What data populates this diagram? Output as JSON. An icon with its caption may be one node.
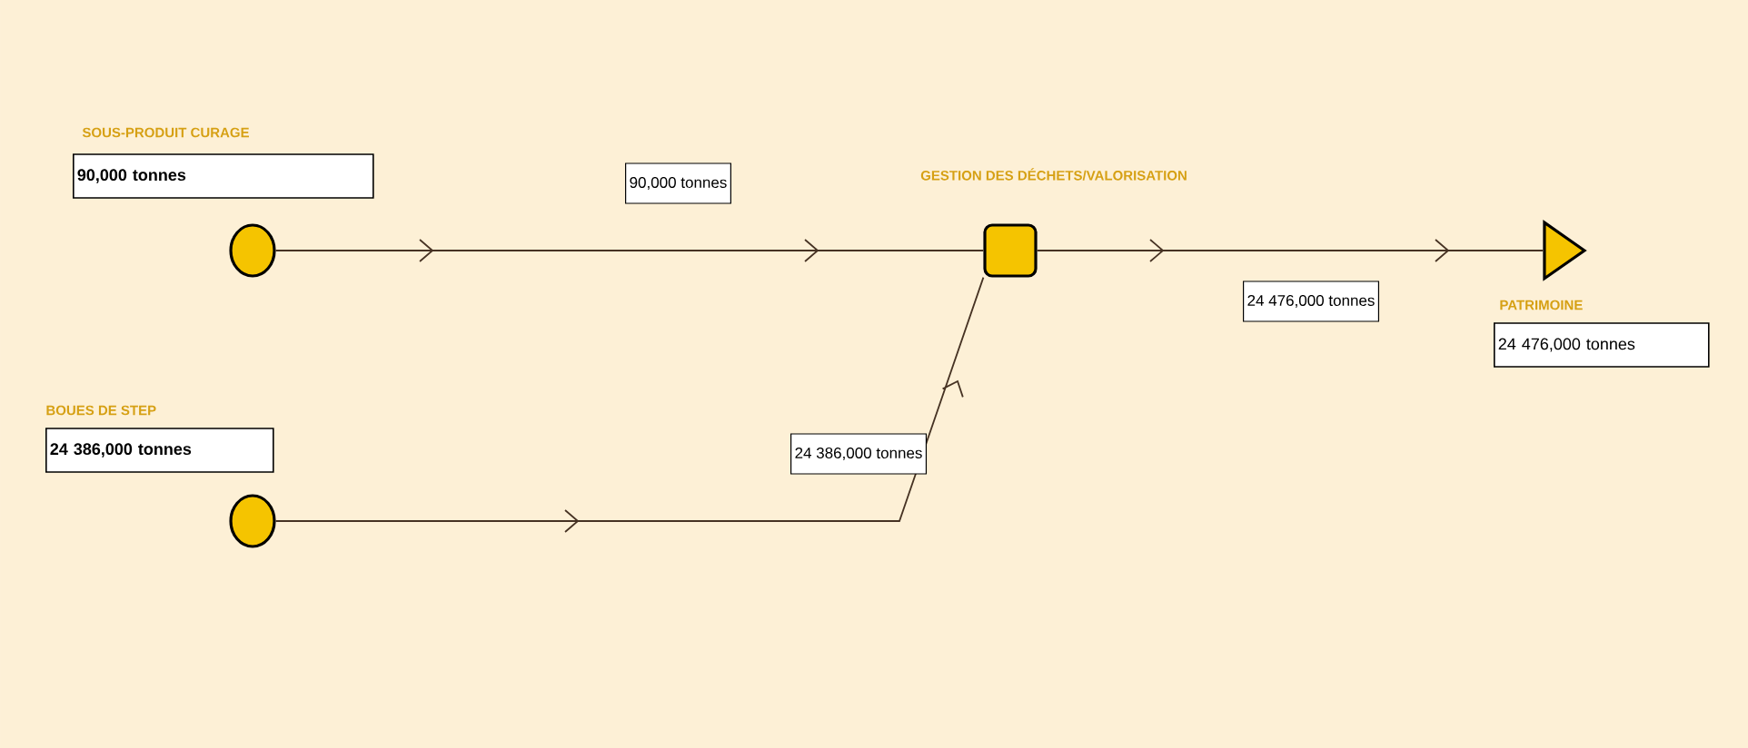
{
  "diagram": {
    "nodes": [
      {
        "text": [],
        "shape": "circle",
        "beside": [
          "SOUS-PRODUIT CURAGE",
          "90,000 tonnes"
        ]
      },
      {
        "text": [],
        "shape": "circle",
        "beside": [
          "BOUES DE STEP",
          "24 386,000 tonnes"
        ]
      },
      {
        "text": [],
        "shape": "box",
        "beside": [
          "GESTION DES DÉCHETS/VALORISATION"
        ]
      },
      {
        "text": [],
        "shape": "triangle",
        "beside": [
          "PATRIMOINE",
          "24 476,000 tonnes"
        ]
      }
    ],
    "edges": [
      {
        "from": 0,
        "to": 2,
        "arrow": "to",
        "label": "90,000 tonnes"
      },
      {
        "from": 1,
        "to": 2,
        "arrow": "to",
        "label": "24 386,000 tonnes"
      },
      {
        "from": 2,
        "to": 3,
        "arrow": "to",
        "label": "24 476,000 tonnes"
      }
    ]
  }
}
